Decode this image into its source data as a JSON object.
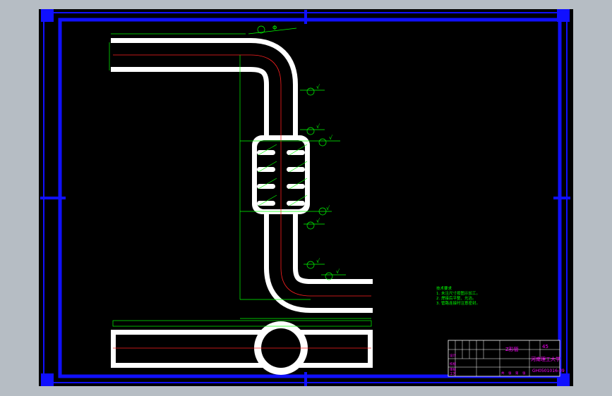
{
  "drawing": {
    "title_block": {
      "material_code": "45",
      "part_name": "Z形管",
      "company": "河南理工大学",
      "drawing_number": "GH0501016-09",
      "design_rows": [
        "设计",
        "校核",
        "审核",
        "工艺"
      ],
      "footer_labels": [
        "共",
        "张",
        "第",
        "张"
      ]
    },
    "tech_requirements": {
      "title": "技术要求",
      "items": [
        "1. 未注尺寸按图示加工。",
        "2. 焊接后平整、光洁。",
        "3. 管路连接时注意密封。"
      ]
    },
    "annotations": {
      "top_dim_label": "Φ",
      "roughness_symbol": "√"
    },
    "colors": {
      "background": "#000000",
      "frame": "#1010ff",
      "part": "#ffffff",
      "dimension": "#00ff00",
      "centerline": "#ff2020",
      "title_text": "#ff00ff"
    }
  }
}
